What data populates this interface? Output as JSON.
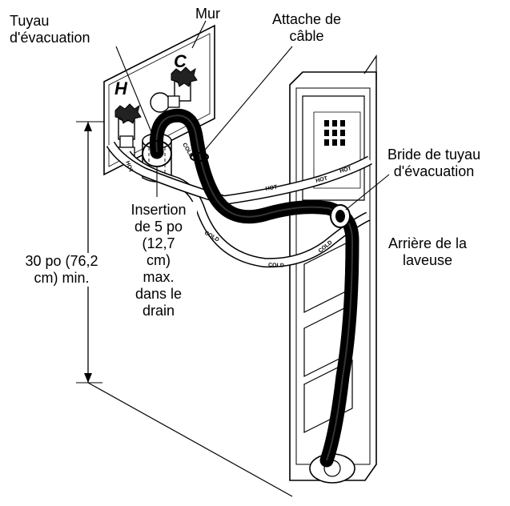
{
  "labels": {
    "drain_hose": "Tuyau\nd'évacuation",
    "wall": "Mur",
    "cable_tie": "Attache de\ncâble",
    "drain_hose_clamp": "Bride de tuyau\nd'évacuation",
    "washer_back": "Arrière de la\nlaveuse",
    "insertion": "Insertion\nde 5 po\n(12,7\ncm)\nmax.\ndans le\ndrain",
    "height": "30 po (76,2\ncm) min."
  },
  "faucets": {
    "hot": "H",
    "cold": "C"
  },
  "hose_markings": {
    "hot": "HOT",
    "cold": "COLD"
  }
}
